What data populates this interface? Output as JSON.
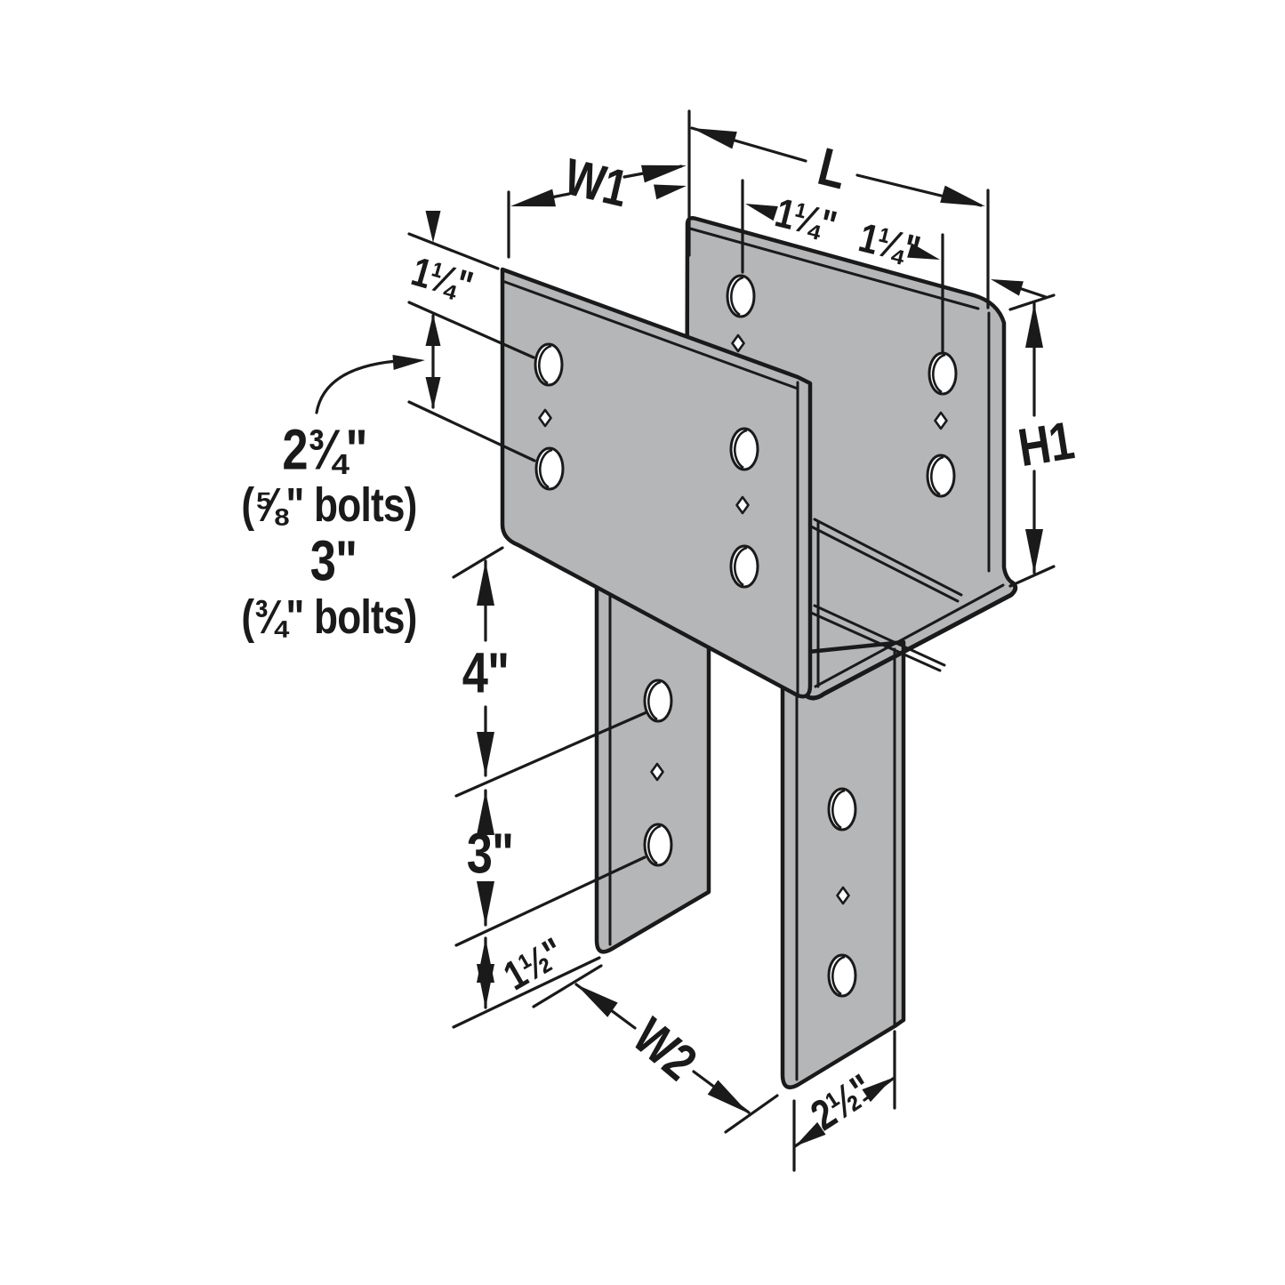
{
  "diagram": {
    "description": "Isometric line drawing of a steel column-cap connector (U-shaped beam seat with down-hanging column straps) with dimension callouts",
    "colors": {
      "part_fill": "#b5b6b8",
      "line": "#1a1a1a",
      "background": "#ffffff"
    },
    "labels": {
      "w1": "W1",
      "l": "L",
      "h1": "H1",
      "w2": "W2",
      "front_edge_offset": "1¼\"",
      "back_left_offset": "1¼\"",
      "back_right_offset": "1¼\"",
      "spacing_58": "2¾\"",
      "spacing_58_note": "(⅝\" bolts)",
      "spacing_34": "3\"",
      "spacing_34_note": "(¾\" bolts)",
      "strap_top_offset": "4\"",
      "strap_hole_spacing": "3\"",
      "strap_end_offset": "1½\"",
      "strap_width": "2½\""
    }
  }
}
